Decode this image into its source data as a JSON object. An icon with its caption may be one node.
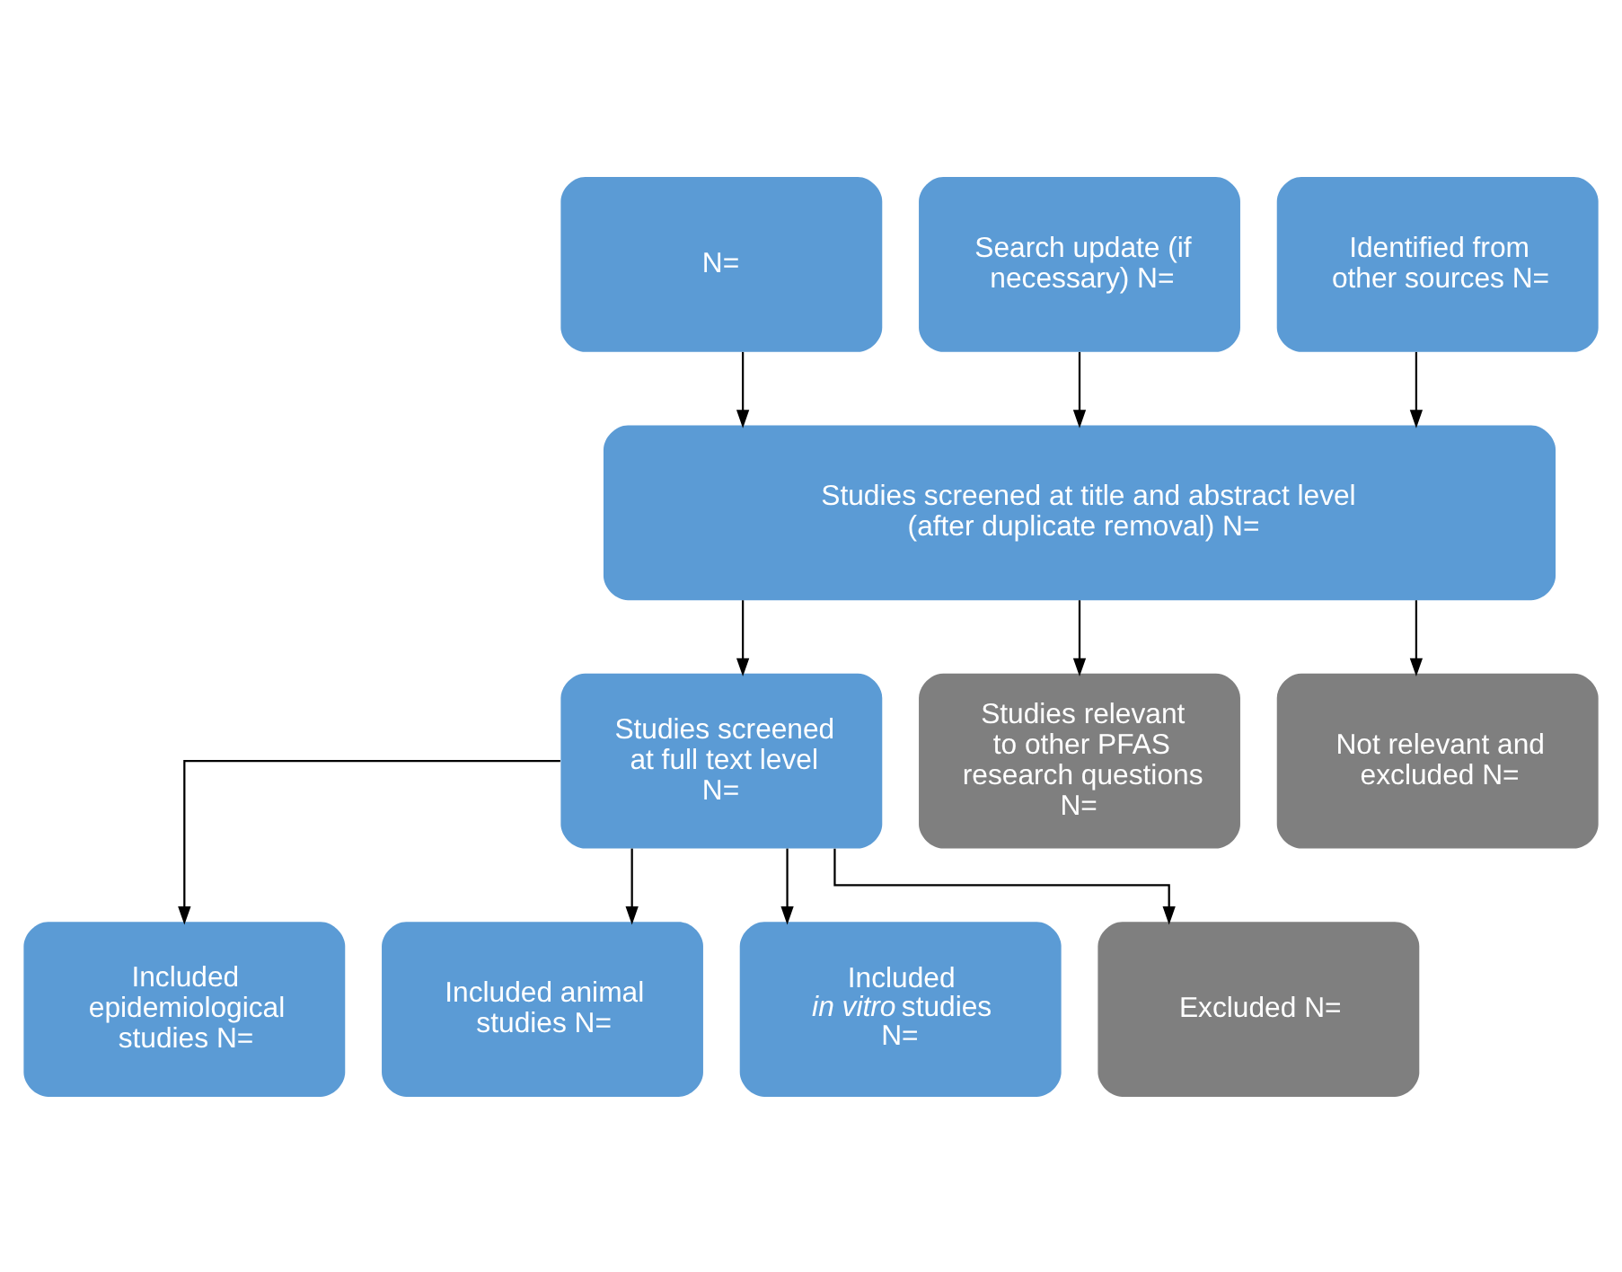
{
  "diagram": {
    "nodes": [
      {
        "text": [
          "N="
        ]
      },
      {
        "text": [
          "Search update (if necessary) N="
        ]
      },
      {
        "text": [
          "Identified from other sources N="
        ]
      },
      {
        "text": [
          "Studies screened at title and abstract level (after duplicate removal) N="
        ]
      },
      {
        "text": [
          "Studies screened at full text level N="
        ]
      },
      {
        "text": [
          "Studies relevant to other PFAS research questions N="
        ]
      },
      {
        "text": [
          "Not relevant and excluded N="
        ]
      },
      {
        "text": [
          "Included epidemiological studies N="
        ]
      },
      {
        "text": [
          "Included animal studies N="
        ]
      },
      {
        "text": [
          "Included *in vitro* studies N="
        ]
      },
      {
        "text": [
          "Excluded N="
        ]
      }
    ],
    "edges": [
      {
        "from": 0,
        "to": 3,
        "arrow": "to"
      },
      {
        "from": 1,
        "to": 3,
        "arrow": "to"
      },
      {
        "from": 2,
        "to": 3,
        "arrow": "to"
      },
      {
        "from": 3,
        "to": 4,
        "arrow": "to"
      },
      {
        "from": 3,
        "to": 5,
        "arrow": "to"
      },
      {
        "from": 3,
        "to": 6,
        "arrow": "to"
      },
      {
        "from": 4,
        "to": 7,
        "arrow": "to"
      },
      {
        "from": 4,
        "to": 8,
        "arrow": "to"
      },
      {
        "from": 4,
        "to": 9,
        "arrow": "to"
      },
      {
        "from": 4,
        "to": 10,
        "arrow": "to"
      }
    ]
  }
}
